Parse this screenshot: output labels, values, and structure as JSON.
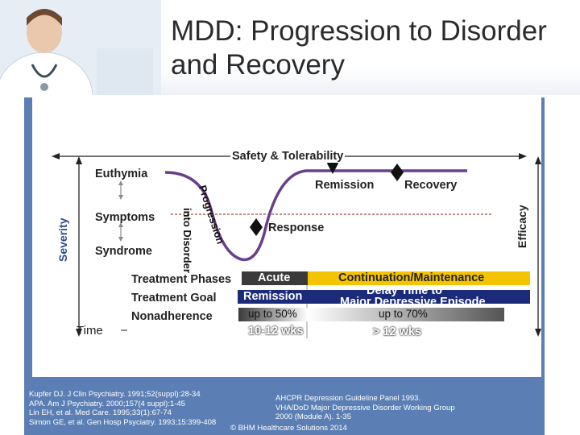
{
  "title": {
    "line1": "MDD: Progression to Disorder",
    "line2": "and Recovery"
  },
  "diagram": {
    "top_label": "Safety & Tolerability",
    "euthymia": "Euthymia",
    "symptoms": "Symptoms",
    "syndrome": "Syndrome",
    "severity": "Severity",
    "progression": "Progression",
    "into_disorder": "into Disorder",
    "remission": "Remission",
    "recovery": "Recovery",
    "response": "Response",
    "efficacy": "Efficacy",
    "time": "Time"
  },
  "table": {
    "phases_label": "Treatment Phases",
    "goal_label": "Treatment Goal",
    "nonadherence_label": "Nonadherence",
    "acute": "Acute",
    "continuation": "Continuation/Maintenance",
    "goal_remission": "Remission",
    "goal_delay_1": "Delay Time to",
    "goal_delay_2": "Major Depressive Episode",
    "nonadherence_acute": "up to 50%",
    "nonadherence_cont": "up to 70%",
    "duration_acute": "10-12 wks",
    "duration_cont": "> 12 wks"
  },
  "colors": {
    "panel": "#5b7fb4",
    "curve": "#6a3e8a",
    "acute_band": "#3a3a3a",
    "goal_band": "#1c2a7a",
    "cont_band": "#f5c400"
  },
  "references": {
    "left": [
      "Kupfer DJ. J Clin Psychiatry. 1991;52(suppl):28-34",
      "APA. Am J Psychiatry. 2000;157(4 suppl):1-45",
      "Lin EH, et al. Med Care. 1995;33(1):67-74",
      "Simon GE, et al. Gen Hosp Psyciatry. 1993;15:399-408"
    ],
    "right": [
      "AHCPR Depression Guideline Panel 1993.",
      "VHA/DoD Major Depressive Disorder Working Group",
      "2000 (Module A). 1-35"
    ],
    "copyright": "© BHM Healthcare Solutions 2014"
  }
}
